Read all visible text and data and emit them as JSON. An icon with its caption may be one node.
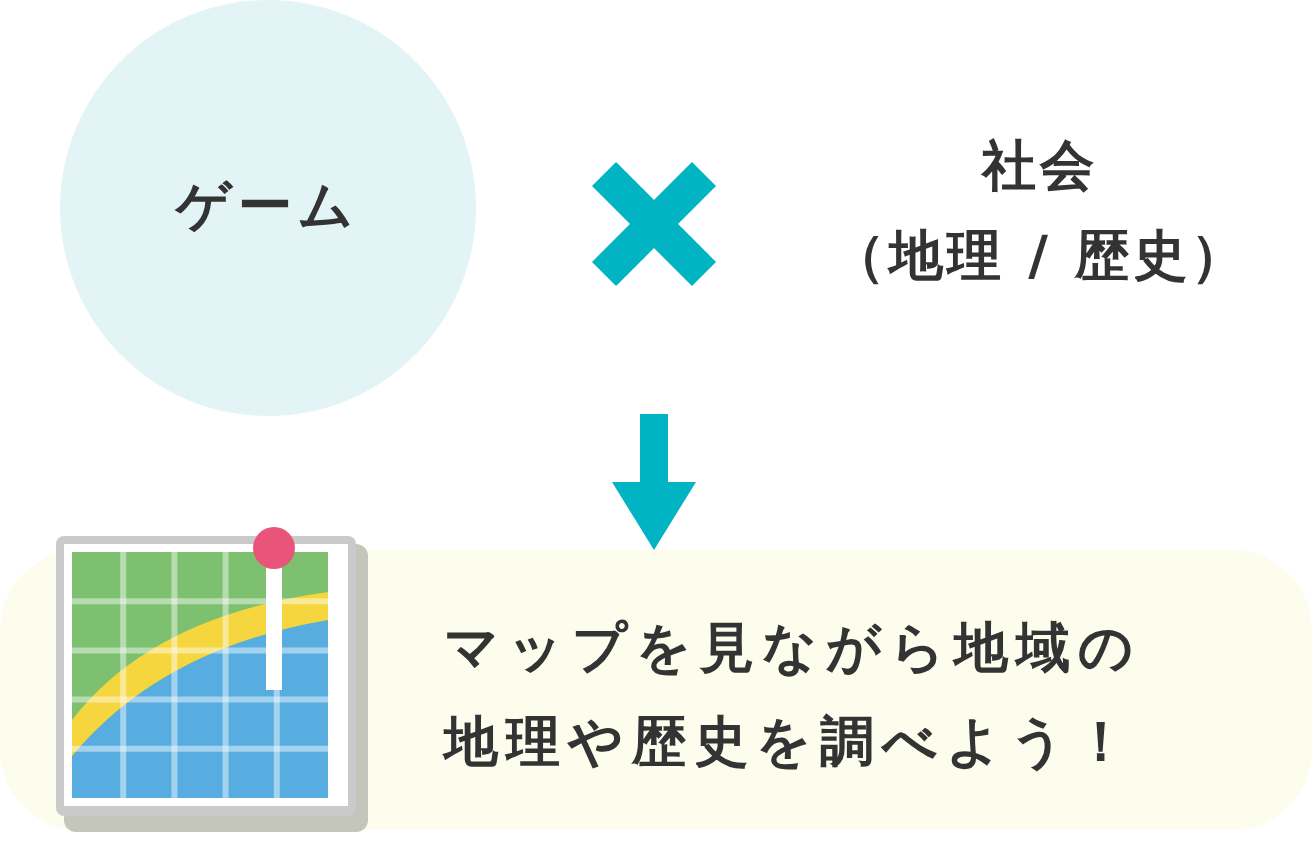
{
  "diagram": {
    "nodes": [
      {
        "text": [
          "ゲーム"
        ]
      },
      {
        "text": [
          "マップを見ながら地域の地理や歴史を調べよう！"
        ]
      }
    ],
    "edges": [
      {
        "from": null,
        "to": 1,
        "arrow": "to"
      }
    ],
    "labels": [
      "社会",
      "（地理 / 歴史）"
    ]
  }
}
